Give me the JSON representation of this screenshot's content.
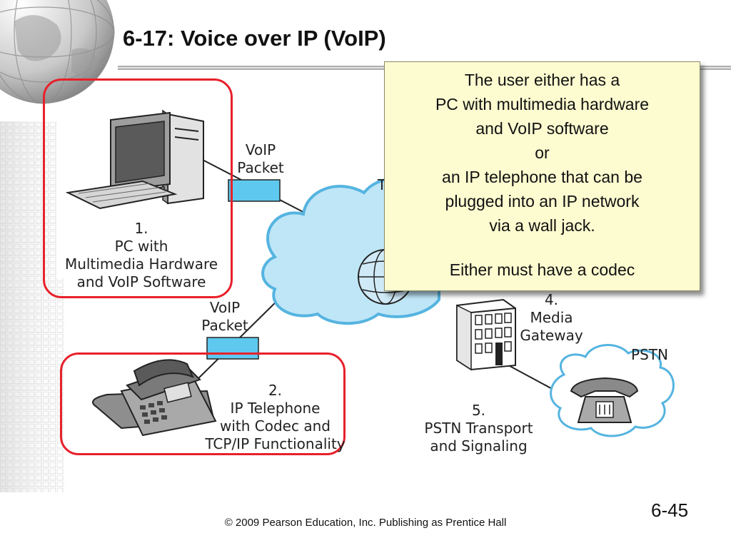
{
  "slide": {
    "title": "6-17: Voice over IP (VoIP)",
    "slide_number": "6-45",
    "footer": "© 2009 Pearson Education, Inc.  Publishing as Prentice Hall"
  },
  "diagram": {
    "pc": {
      "number": "1.",
      "line1": "PC with",
      "line2": "Multimedia Hardware",
      "line3": "and VoIP Software"
    },
    "packet_top": {
      "line1": "VoIP",
      "line2": "Packet"
    },
    "packet_bottom": {
      "line1": "VoIP",
      "line2": "Packet"
    },
    "ip_phone": {
      "number": "2.",
      "line1": "IP Telephone",
      "line2": "with Codec and",
      "line3": "TCP/IP Functionality"
    },
    "gateway": {
      "number": "4.",
      "line1": "Media",
      "line2": "Gateway"
    },
    "pstn_cloud": {
      "label": "PSTN"
    },
    "pstn_transport": {
      "number": "5.",
      "line1": "PSTN Transport",
      "line2": "and Signaling"
    },
    "partial_label": "T"
  },
  "callout": {
    "line1": "The user either has a",
    "line2": "PC with multimedia hardware",
    "line3": "and VoIP software",
    "line4": "or",
    "line5": "an IP telephone that can be",
    "line6": "plugged into an IP network",
    "line7": "via a wall jack.",
    "line8": "Either must have a codec"
  },
  "colors": {
    "highlight": "#e8202a",
    "packet": "#5fc8ee",
    "cloud_fill": "#bfe6f7",
    "cloud_stroke": "#55b4e0",
    "callout_bg": "#fdfbd0"
  }
}
